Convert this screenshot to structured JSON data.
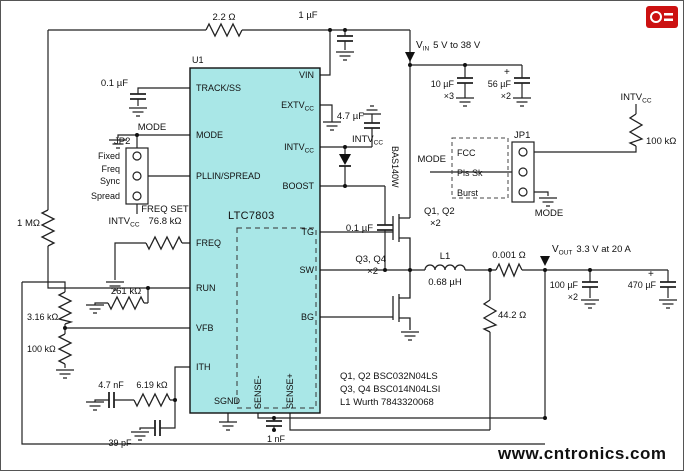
{
  "colors": {
    "ic_fill": "#a9e7e7",
    "watermark_green": "#8dc63f",
    "logo_red": "#cc1111"
  },
  "watermark": "www.cntronics.com",
  "ic": {
    "refdes": "U1",
    "part": "LTC7803",
    "pins": {
      "track_ss": "TRACK/SS",
      "mode": "MODE",
      "pllin_spread": "PLLIN/SPREAD",
      "freq": "FREQ",
      "run": "RUN",
      "vfb": "VFB",
      "ith": "ITH",
      "sgnd": "SGND",
      "vin": "VIN",
      "extvcc_base": "EXTV",
      "extvcc_sub": "CC",
      "intvcc_base": "INTV",
      "intvcc_sub": "CC",
      "boost": "BOOST",
      "tg": "TG",
      "sw": "SW",
      "bg": "BG",
      "sense_minus": "SENSE-",
      "sense_plus": "SENSE+"
    }
  },
  "power": {
    "vin_base": "V",
    "vin_sub": "IN",
    "vin_desc": "5 V to 38 V",
    "vout_base": "V",
    "vout_sub": "OUT",
    "vout_desc": "3.3 V at 20 A",
    "intvcc_base": "INTV",
    "intvcc_sub": "CC"
  },
  "components": {
    "r_filter": "2.2 Ω",
    "c_filter": "1 µF",
    "c_ss": "0.1 µF",
    "c_in_a_val": "10 µF",
    "c_in_a_qty": "×3",
    "c_in_b_val": "56 µF",
    "c_in_b_qty": "×2",
    "r_mode_pullup": "100 kΩ",
    "c_intvcc": "4.7 µF",
    "d_boost": "BAS140W",
    "c_boost": "0.1 µF",
    "q_top_ref": "Q1, Q2",
    "q_top_qty": "×2",
    "q_bot_ref": "Q3, Q4",
    "q_bot_qty": "×2",
    "l1_ref": "L1",
    "l1_val": "0.68 µH",
    "r_sense": "0.001 Ω",
    "c_out_a_val": "100 µF",
    "c_out_a_qty": "×2",
    "c_out_b_val": "470 µF",
    "r_sense_filter": "44.2 Ω",
    "c_sense": "1 nF",
    "r_freq_line1": "FREQ SET",
    "r_freq_line2": "76.8 kΩ",
    "r_run_top": "1 MΩ",
    "r_run_bot": "261 kΩ",
    "r_fb_top": "3.16 kΩ",
    "r_fb_bot": "100 kΩ",
    "c_ith": "4.7 nF",
    "r_ith": "6.19 kΩ",
    "c_ith_hf": "39 pF",
    "plus": "+"
  },
  "jumpers": {
    "jp1_label": "JP1",
    "jp1_opt1": "FCC",
    "jp1_opt2": "Pls Sk",
    "jp1_opt3": "Burst",
    "jp1_mode_left": "MODE",
    "jp1_mode_bottom": "MODE",
    "jp2_label": "JP2",
    "jp2_opt1": "Fixed",
    "jp2_opt2a": "Freq",
    "jp2_opt2b": "Sync",
    "jp2_opt3": "Spread",
    "mode_net": "MODE"
  },
  "notes": {
    "line1": "Q1, Q2 BSC032N04LS",
    "line2": "Q3, Q4 BSC014N04LSI",
    "line3": "L1 Wurth 7843320068"
  }
}
